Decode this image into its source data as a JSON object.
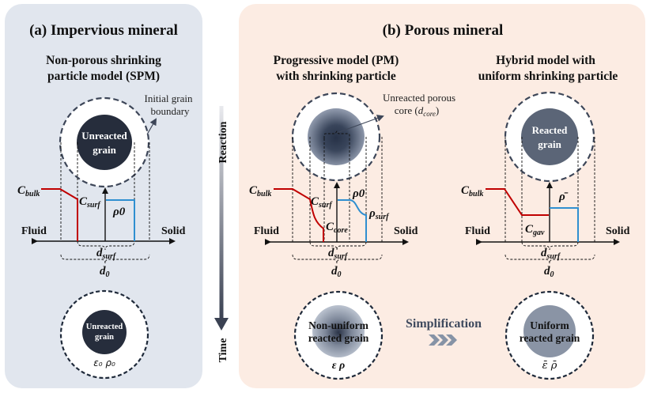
{
  "panel_a": {
    "title": "(a) Impervious mineral",
    "subtitle_line1": "Non-porous shrinking",
    "subtitle_line2": "particle model (SPM)",
    "annotation_line1": "Initial grain",
    "annotation_line2": "boundary",
    "grain_line1": "Unreacted",
    "grain_line2": "grain",
    "c_bulk": "C",
    "c_bulk_sub": "bulk",
    "c_surf": "C",
    "c_surf_sub": "surf",
    "rho": "ρ0",
    "fluid": "Fluid",
    "solid": "Solid",
    "d_surf": "d",
    "d_surf_sub": "surf",
    "d0": "d",
    "d0_sub": "0",
    "bottom_grain_line1": "Unreacted",
    "bottom_grain_line2": "grain",
    "bottom_symbols": "ε₀  ρ₀"
  },
  "axis": {
    "top_label": "Reaction",
    "bottom_label": "Time"
  },
  "panel_b": {
    "title": "(b) Porous mineral",
    "pm": {
      "subtitle_line1": "Progressive model (PM)",
      "subtitle_line2": "with shrinking particle",
      "annotation_line1": "Unreacted porous",
      "annotation_line2_prefix": "core (",
      "annotation_var": "d",
      "annotation_var_sub": "core",
      "annotation_line2_suffix": ")",
      "c_bulk": "C",
      "c_bulk_sub": "bulk",
      "c_surf": "C",
      "c_surf_sub": "surf",
      "c_core": "C",
      "c_core_sub": "core",
      "rho0": "ρ0",
      "rho_surf": "ρ",
      "rho_surf_sub": "surf",
      "fluid": "Fluid",
      "solid": "Solid",
      "d_surf": "d",
      "d_surf_sub": "surf",
      "d0": "d",
      "d0_sub": "0",
      "bottom_grain_line1": "Non-uniform",
      "bottom_grain_line2": "reacted grain",
      "bottom_symbols": "ε   ρ"
    },
    "hybrid": {
      "subtitle_line1": "Hybrid model with",
      "subtitle_line2": "uniform shrinking particle",
      "grain_line1": "Reacted",
      "grain_line2": "grain",
      "c_bulk": "C",
      "c_bulk_sub": "bulk",
      "c_gav": "C",
      "c_gav_sub": "gav",
      "rho_bar": "ρ̄",
      "fluid": "Fluid",
      "solid": "Solid",
      "d_surf": "d",
      "d_surf_sub": "surf",
      "d0": "d",
      "d0_sub": "0",
      "bottom_grain_line1": "Uniform",
      "bottom_grain_line2": "reacted grain",
      "bottom_symbols": "ε̄   ρ̄"
    },
    "simplification": "Simplification"
  },
  "colors": {
    "panel_a_bg": "#e1e6ee",
    "panel_b_bg": "#fcece3",
    "grain_dark": "#262d3c",
    "grain_reacted": "#5b6577",
    "concentration_line": "#c00000",
    "density_line": "#2f8fd0",
    "dashed_boundary": "#3d4658",
    "arrow_chevron": "#8693a6"
  }
}
